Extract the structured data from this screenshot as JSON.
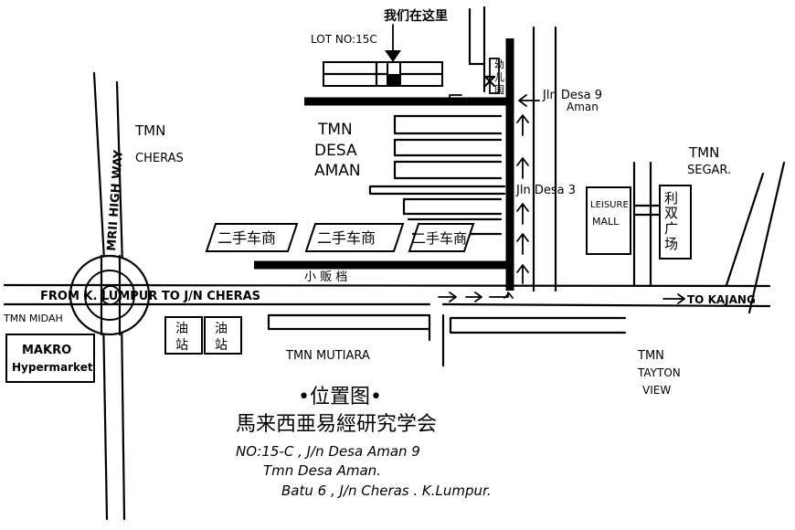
{
  "labels": {
    "here": "我们在这里",
    "lot": "LOT NO:15C",
    "kindergarten": [
      "幼",
      "儿",
      "园"
    ],
    "jln_desa9_a": "Jln Desa 9",
    "jln_desa9_b": "Aman",
    "jln_desa3": "Jln Desa 3",
    "tmn_cheras_a": "TMN",
    "tmn_cheras_b": "CHERAS",
    "tmn_desa_aman_a": "TMN",
    "tmn_desa_aman_b": "DESA",
    "tmn_desa_aman_c": "AMAN",
    "mrii_highway": "MRII HIGH WAY",
    "tmn_segar_a": "TMN",
    "tmn_segar_b": "SEGAR.",
    "leisure_a": "LEISURE",
    "leisure_b": "MALL",
    "plaza": [
      "利",
      "双",
      "广",
      "场"
    ],
    "used_car_1": "二手车商",
    "used_car_2": "二手车商",
    "used_car_3": "二手车商",
    "hawker": "小    贩    档",
    "from_kl": "FROM K. LUMPUR   TO  J/N CHERAS",
    "to_kajang": "TO KAJANG",
    "tmn_midah": "TMN MIDAH",
    "makro_a": "MAKRO",
    "makro_b": "Hypermarket",
    "petrol_1": [
      "油",
      "站"
    ],
    "petrol_2": [
      "油",
      "站"
    ],
    "tmn_mutiara": "TMN MUTIARA",
    "tmn_tayton_a": "TMN",
    "tmn_tayton_b": "TAYTON",
    "tmn_tayton_c": "VIEW"
  },
  "footer": {
    "title": "•位置图•",
    "org": "馬来西亜易經研究学会",
    "line1": "NO:15-C , J/n Desa Aman 9",
    "line2": "Tmn Desa Aman.",
    "line3": "Batu 6 , J/n Cheras . K.Lumpur."
  }
}
